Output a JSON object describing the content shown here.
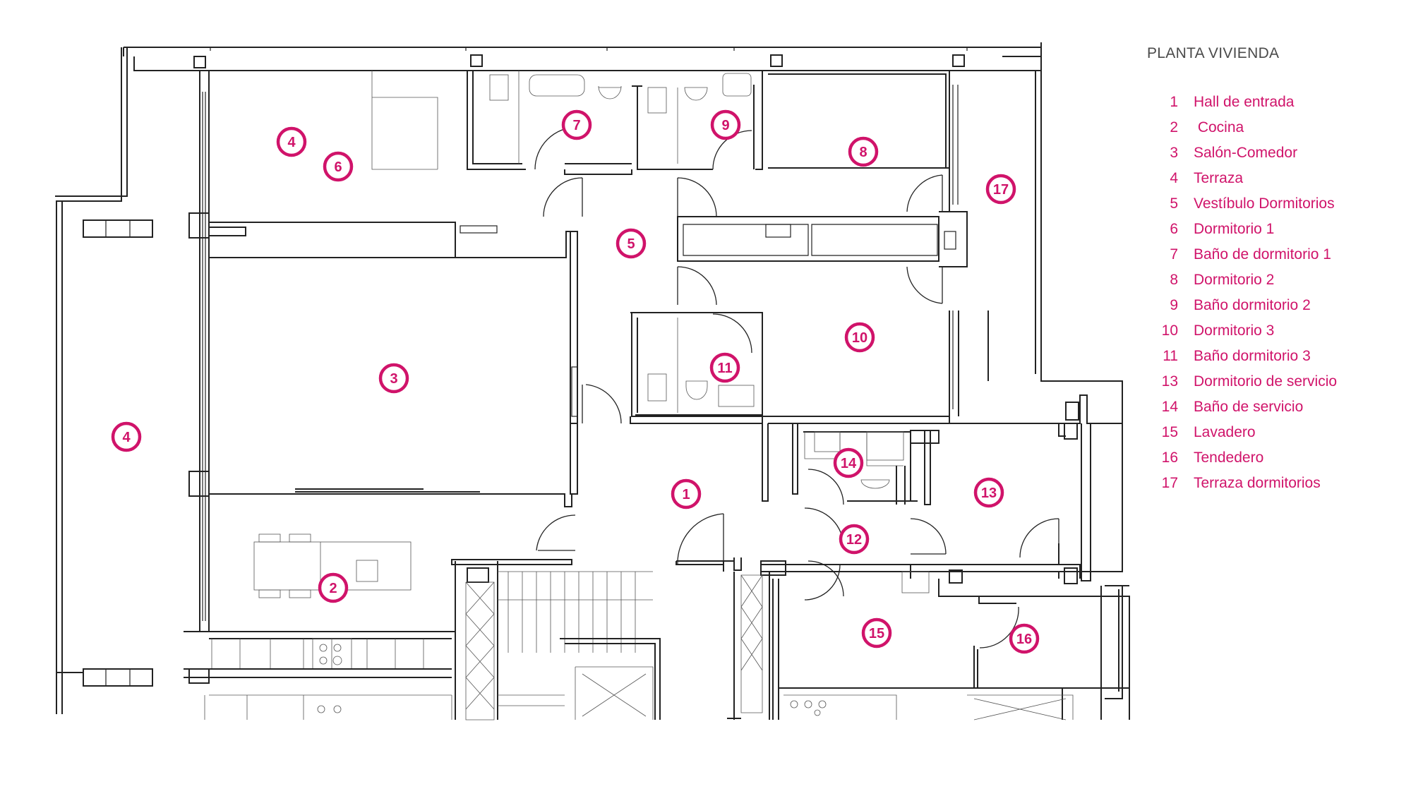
{
  "title": "PLANTA VIVIENDA",
  "legend": [
    {
      "num": "1",
      "name": "Hall de entrada"
    },
    {
      "num": "2",
      "name": " Cocina"
    },
    {
      "num": "3",
      "name": "Salón-Comedor"
    },
    {
      "num": "4",
      "name": "Terraza"
    },
    {
      "num": "5",
      "name": "Vestíbulo Dormitorios"
    },
    {
      "num": "6",
      "name": "Dormitorio 1"
    },
    {
      "num": "7",
      "name": "Baño de dormitorio 1"
    },
    {
      "num": "8",
      "name": "Dormitorio 2"
    },
    {
      "num": "9",
      "name": "Baño dormitorio 2"
    },
    {
      "num": "10",
      "name": "Dormitorio 3"
    },
    {
      "num": "11",
      "name": "Baño dormitorio 3"
    },
    {
      "num": "13",
      "name": "Dormitorio de servicio"
    },
    {
      "num": "14",
      "name": "Baño de servicio"
    },
    {
      "num": "15",
      "name": "Lavadero"
    },
    {
      "num": "16",
      "name": "Tendedero"
    },
    {
      "num": "17",
      "name": "Terraza dormitorios"
    }
  ],
  "markers": [
    {
      "label": "4"
    },
    {
      "label": "6"
    },
    {
      "label": "7"
    },
    {
      "label": "9"
    },
    {
      "label": "8"
    },
    {
      "label": "17"
    },
    {
      "label": "5"
    },
    {
      "label": "3"
    },
    {
      "label": "4"
    },
    {
      "label": "10"
    },
    {
      "label": "11"
    },
    {
      "label": "1"
    },
    {
      "label": "14"
    },
    {
      "label": "13"
    },
    {
      "label": "12"
    },
    {
      "label": "2"
    },
    {
      "label": "15"
    },
    {
      "label": "16"
    }
  ],
  "colors": {
    "accent": "#d0136a",
    "title": "#4a4a4a",
    "lines": "#222222"
  }
}
